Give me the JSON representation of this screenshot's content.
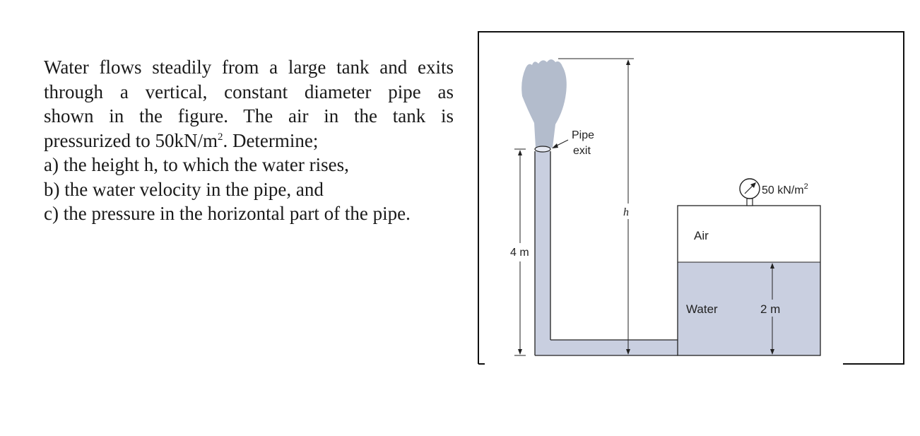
{
  "problem": {
    "line1": "Water flows steadily from a large tank and exits",
    "line2": "through a vertical, constant diameter pipe as",
    "line3": "shown in the figure.  The air in the tank is",
    "line4_pre": "pressurized to 50kN/m",
    "line4_sup": "2",
    "line4_post": ". Determine;",
    "item_a": "a) the height h, to which the water rises,",
    "item_b": "b) the water velocity in the pipe, and",
    "item_c": "c) the pressure in the horizontal part of the pipe."
  },
  "figure": {
    "pipe_exit_line1": "Pipe",
    "pipe_exit_line2": "exit",
    "h_label": "h",
    "pipe_height_label": "4 m",
    "gauge_label": "50 kN/m",
    "gauge_label_sup": "2",
    "air_label": "Air",
    "water_label": "Water",
    "water_depth_label": "2 m",
    "colors": {
      "water": "#c9cfe0",
      "jet": "#b3bccc",
      "outline": "#222222",
      "frame": "#111111"
    }
  }
}
